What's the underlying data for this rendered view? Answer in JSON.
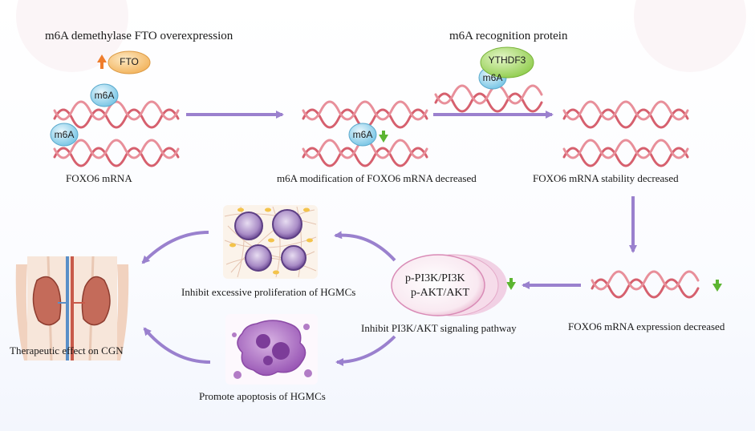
{
  "diagram": {
    "header_fto_overexpression": "m6A demethylase FTO overexpression",
    "header_recognition_protein": "m6A recognition protein",
    "fto_label": "FTO",
    "ythdf3_label": "YTHDF3",
    "m6a_label": "m6A",
    "foxo6_mrna": "FOXO6 mRNA",
    "m6a_modification_decreased": "m6A modification of FOXO6 mRNA decreased",
    "stability_decreased": "FOXO6 mRNA stability decreased",
    "expression_decreased": "FOXO6 mRNA expression decreased",
    "pathway_line1": "p-PI3K/PI3K",
    "pathway_line2": "p-AKT/AKT",
    "inhibit_pathway": "Inhibit PI3K/AKT signaling pathway",
    "inhibit_proliferation": "Inhibit excessive proliferation of HGMCs",
    "promote_apoptosis": "Promote apoptosis of HGMCs",
    "therapeutic_effect": "Therapeutic effect on CGN",
    "colors": {
      "mrna_strand": "#d6606e",
      "arrow": "#8a6cc6",
      "m6a_bubble": "#9fd8ef",
      "fto_bubble": "#f7c97e",
      "ythdf3_bubble": "#b6e07a",
      "down_arrow": "#5cb531",
      "up_arrow": "#ef7d2c",
      "pathway_disc": "#f5dcea"
    }
  }
}
